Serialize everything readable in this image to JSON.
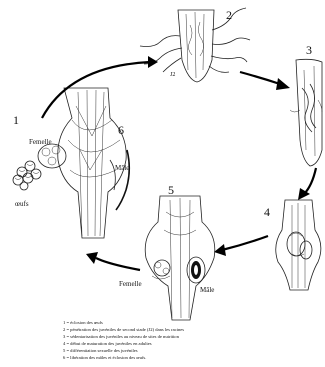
{
  "stages": {
    "s1": "1",
    "s2": "2",
    "s3": "3",
    "s4": "4",
    "s5": "5",
    "s6": "6"
  },
  "labels": {
    "j2": "J2",
    "femelle_1": "Femelle",
    "male_1": "Mâle",
    "oeufs": "œufs",
    "femelle_5": "Femelle",
    "male_5": "Mâle"
  },
  "legend": [
    "1 = éclosion des œufs",
    "2 = pénétration des juvéniles de second stade (J2) dans les racines",
    "3 = sédentarisation des juvéniles au niveau de sites de nutrition",
    "4 = début de maturation des juvéniles en adultes",
    "5 = différentiation sexuelle des juvéniles",
    "6 = libération des mâles et éclosion des œufs."
  ]
}
